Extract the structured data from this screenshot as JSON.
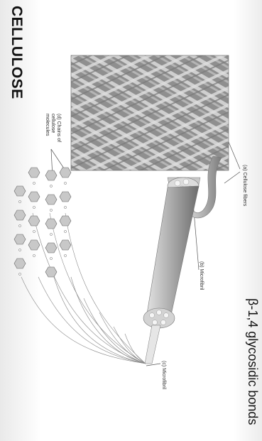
{
  "title": "CELLULOSE",
  "caption": "β-1,4 glycosidic bonds",
  "labels": {
    "a": "(a) Cellulose fibers",
    "b": "(b) Microfibril",
    "c": "(c) Microfibril",
    "d_line1": "(d) Chains of",
    "d_line2": "cellulose",
    "d_line3": "molecules"
  },
  "colors": {
    "micrograph": "#9a9a9a",
    "fiber": "#b9b9b9",
    "line": "#555555"
  }
}
